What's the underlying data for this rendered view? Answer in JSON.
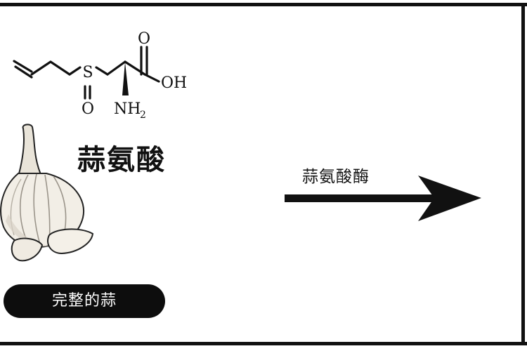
{
  "compound": {
    "name": "蒜氨酸",
    "atoms": {
      "sulfur": "S",
      "sulfoxide_oxygen": "O",
      "carbonyl_oxygen": "O",
      "hydroxyl": "OH",
      "amine": "NH",
      "amine_subscript": "2"
    }
  },
  "garlic": {
    "label": "完整的蒜"
  },
  "reaction": {
    "enzyme_label": "蒜氨酸酶"
  }
}
